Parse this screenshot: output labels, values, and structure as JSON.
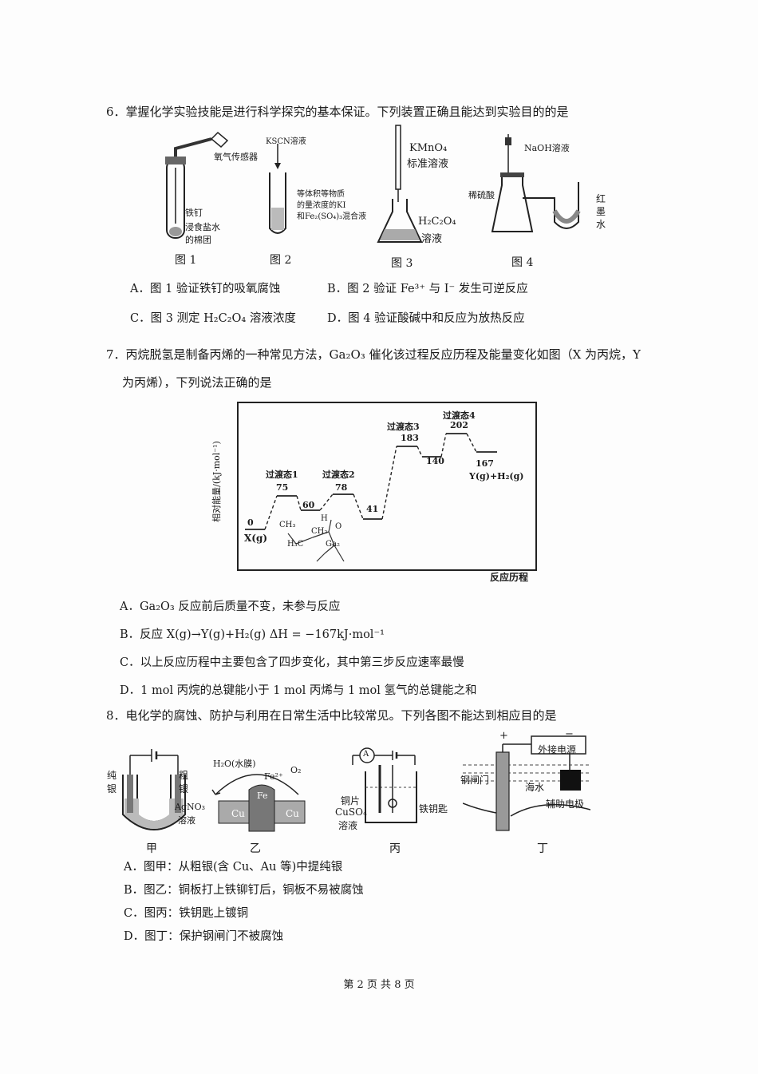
{
  "q6": {
    "number": "6．",
    "stem": "掌握化学实验技能是进行科学探究的基本保证。下列装置正确且能达到实验目的的是",
    "fig1": {
      "sensor": "氧气传感器",
      "nail": "铁钉",
      "cotton1": "浸食盐水",
      "cotton2": "的棉团",
      "caption": "图 1"
    },
    "fig2": {
      "reagent": "KSCN溶液",
      "l1": "等体积等物质",
      "l2": "的量浓度的KI",
      "l3": "和Fe₂(SO₄)₃混合液",
      "caption": "图 2"
    },
    "fig3": {
      "t1": "KMnO₄",
      "t2": "标准溶液",
      "s1": "H₂C₂O₄",
      "s2": "溶液",
      "caption": "图 3"
    },
    "fig4": {
      "naoh": "NaOH溶液",
      "acid": "稀硫酸",
      "ink1": "红",
      "ink2": "墨",
      "ink3": "水",
      "caption": "图 4"
    },
    "options": {
      "A": "A．图 1 验证铁钉的吸氧腐蚀",
      "B": "B．图 2 验证 Fe³⁺ 与 I⁻ 发生可逆反应",
      "C": "C．图 3 测定 H₂C₂O₄ 溶液浓度",
      "D": "D．图 4 验证酸碱中和反应为放热反应"
    }
  },
  "q7": {
    "number": "7．",
    "stem_line1": "丙烷脱氢是制备丙烯的一种常见方法，Ga₂O₃ 催化该过程反应历程及能量变化如图（X 为丙烷，Y",
    "stem_line2": "为丙烯），下列说法正确的是",
    "chart": {
      "ylabel": "相对能量/(kJ·mol⁻¹)",
      "xlabel": "反应历程",
      "levels": [
        {
          "value": "0",
          "label": "X(g)"
        },
        {
          "value": "75",
          "label": "过渡态1"
        },
        {
          "value": "60",
          "label": ""
        },
        {
          "value": "78",
          "label": "过渡态2"
        },
        {
          "value": "41",
          "label": ""
        },
        {
          "value": "183",
          "label": "过渡态3"
        },
        {
          "value": "140",
          "label": ""
        },
        {
          "value": "202",
          "label": "过渡态4"
        },
        {
          "value": "167",
          "label": "Y(g)+H₂(g)"
        }
      ],
      "structure": {
        "ch3": "CH₃",
        "h3c": "H₃C",
        "ch2": "CH₂",
        "h": "H",
        "ga": "Ga₂",
        "o": "O"
      }
    },
    "options": {
      "A": "A．Ga₂O₃ 反应前后质量不变，未参与反应",
      "B": "B．反应 X(g)→Y(g)+H₂(g)  ΔH = −167kJ·mol⁻¹",
      "C": "C．以上反应历程中主要包含了四步变化，其中第三步反应速率最慢",
      "D": "D．1 mol 丙烷的总键能小于 1 mol 丙烯与 1 mol 氢气的总键能之和"
    }
  },
  "q8": {
    "number": "8．",
    "stem": "电化学的腐蚀、防护与利用在日常生活中比较常见。下列各图不能达到相应目的是",
    "jia": {
      "pure1": "纯",
      "pure2": "银",
      "crude1": "粗",
      "crude2": "银",
      "sol1": "AgNO₃",
      "sol2": "溶液",
      "caption": "甲"
    },
    "yi": {
      "water": "H₂O(水膜)",
      "fe2": "Fe²⁺",
      "o2": "O₂",
      "fe": "Fe",
      "cu": "Cu",
      "caption": "乙"
    },
    "bing": {
      "meter": "A",
      "copper": "铜片",
      "sol1": "CuSO₄",
      "sol2": "溶液",
      "key": "铁钥匙",
      "caption": "丙"
    },
    "ding": {
      "plus": "+",
      "minus": "−",
      "power": "外接电源",
      "gate": "钢闸门",
      "sea": "海水",
      "aux": "辅助电极",
      "caption": "丁"
    },
    "options": {
      "A": "A．图甲：从粗银(含 Cu、Au 等)中提纯银",
      "B": "B．图乙：铜板打上铁铆钉后，铜板不易被腐蚀",
      "C": "C．图丙：铁钥匙上镀铜",
      "D": "D．图丁：保护钢闸门不被腐蚀"
    }
  },
  "footer": "第 2 页 共 8 页"
}
